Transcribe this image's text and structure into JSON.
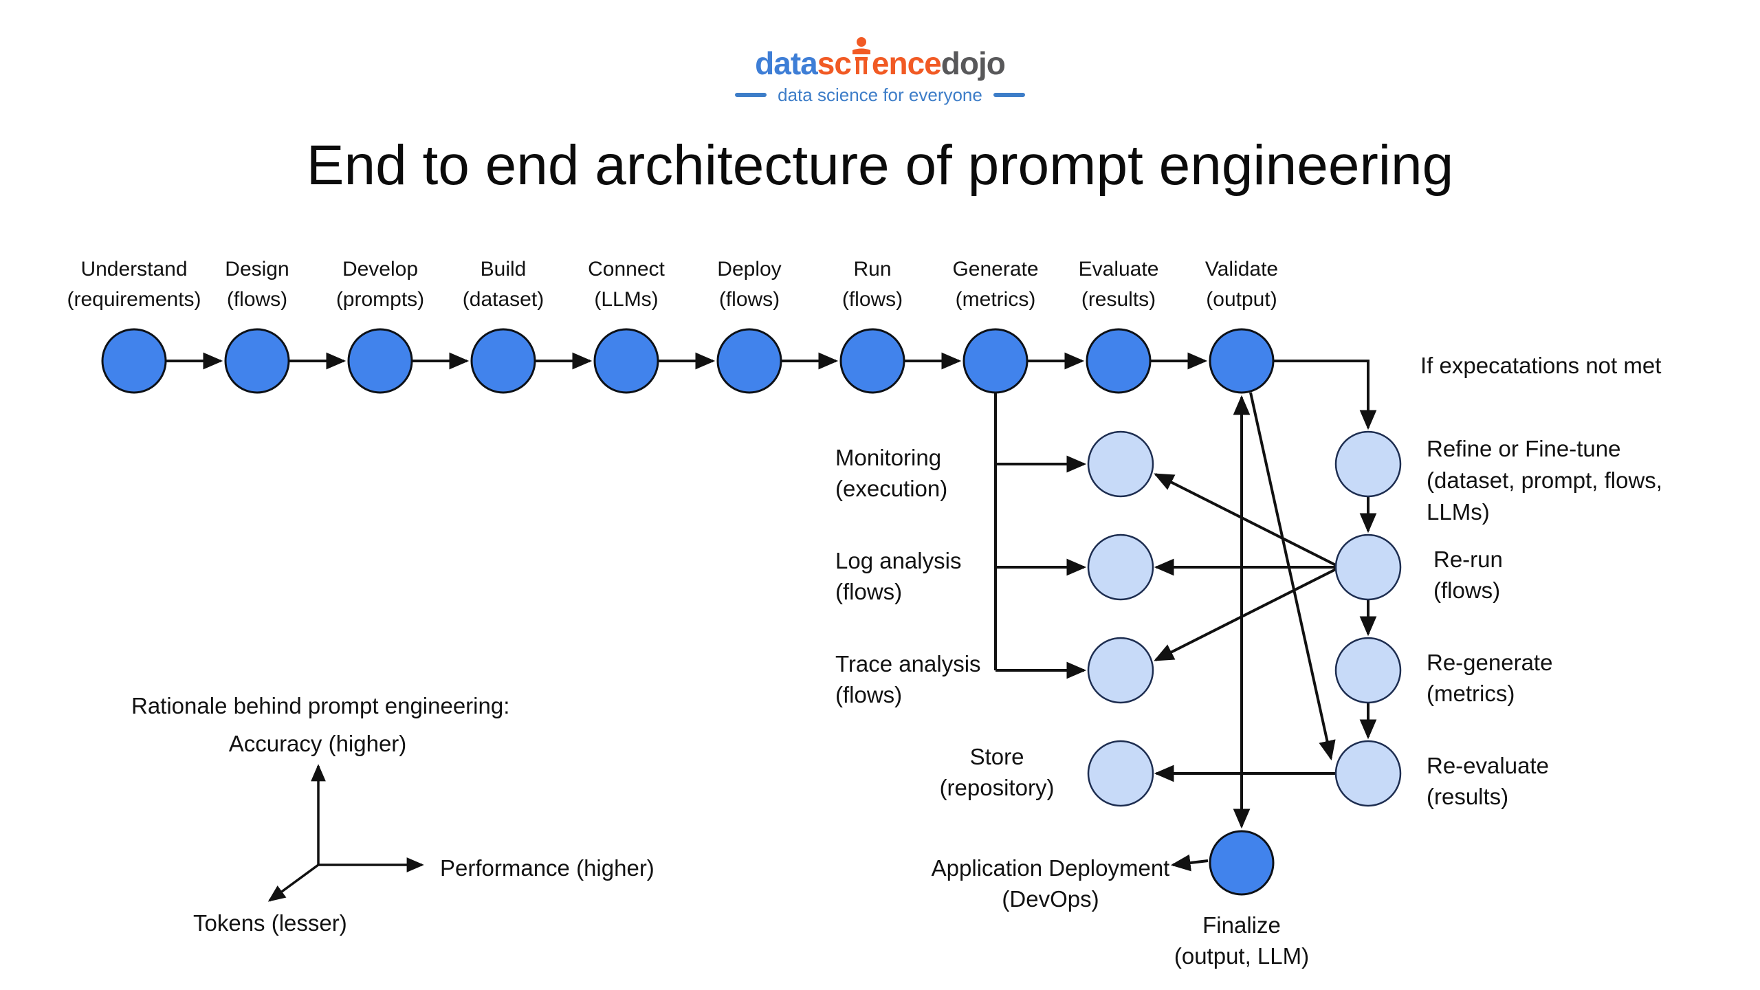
{
  "logo": {
    "part_data": "data",
    "part_science_pre": "sc",
    "part_science_post": "ence",
    "part_dojo": "dojo",
    "tagline": "data science for everyone",
    "colors": {
      "blue": "#3E7ED6",
      "orange": "#F15A24",
      "gray": "#58585A",
      "tagline_blue": "#3D7DC8"
    }
  },
  "title": "End to end architecture of prompt engineering",
  "colors": {
    "node_dark": "#4183EC",
    "node_light": "#C7DAF8",
    "line": "#111111"
  },
  "top_row": [
    {
      "name": "Understand",
      "sub": "(requirements)"
    },
    {
      "name": "Design",
      "sub": "(flows)"
    },
    {
      "name": "Develop",
      "sub": "(prompts)"
    },
    {
      "name": "Build",
      "sub": "(dataset)"
    },
    {
      "name": "Connect",
      "sub": "(LLMs)"
    },
    {
      "name": "Deploy",
      "sub": "(flows)"
    },
    {
      "name": "Run",
      "sub": "(flows)"
    },
    {
      "name": "Generate",
      "sub": "(metrics)"
    },
    {
      "name": "Evaluate",
      "sub": "(results)"
    },
    {
      "name": "Validate",
      "sub": "(output)"
    }
  ],
  "note": "If expecatations not met",
  "mid_left": [
    {
      "l1": "Monitoring",
      "l2": "(execution)"
    },
    {
      "l1": "Log analysis",
      "l2": "(flows)"
    },
    {
      "l1": "Trace analysis",
      "l2": "(flows)"
    }
  ],
  "store": {
    "l1": "Store",
    "l2": "(repository)"
  },
  "right_col": [
    {
      "l1": "Refine or Fine-tune",
      "l2": "(dataset, prompt, flows,",
      "l3": "LLMs)"
    },
    {
      "l1": "Re-run",
      "l2": "(flows)"
    },
    {
      "l1": "Re-generate",
      "l2": "(metrics)"
    },
    {
      "l1": "Re-evaluate",
      "l2": "(results)"
    }
  ],
  "deployment": {
    "l1": "Application Deployment",
    "l2": "(DevOps)"
  },
  "finalize": {
    "l1": "Finalize",
    "l2": "(output, LLM)"
  },
  "rationale": {
    "heading": "Rationale behind prompt engineering:",
    "axis_up": "Accuracy (higher)",
    "axis_right": "Performance (higher)",
    "axis_diagonal": "Tokens (lesser)"
  }
}
